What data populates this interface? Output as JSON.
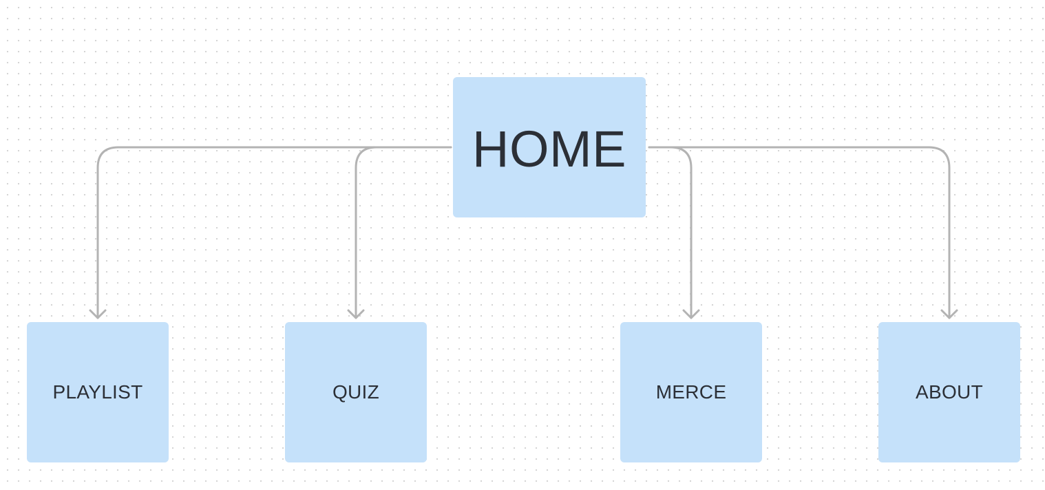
{
  "diagram": {
    "root": {
      "label": "HOME"
    },
    "children": [
      {
        "label": "PLAYLIST"
      },
      {
        "label": "QUIZ"
      },
      {
        "label": "MERCE"
      },
      {
        "label": "ABOUT"
      }
    ],
    "colors": {
      "node_fill": "#c5e1fa",
      "node_text": "#2b2f36",
      "connector": "#b3b3b3",
      "grid_dot": "#d4d4d4"
    }
  }
}
